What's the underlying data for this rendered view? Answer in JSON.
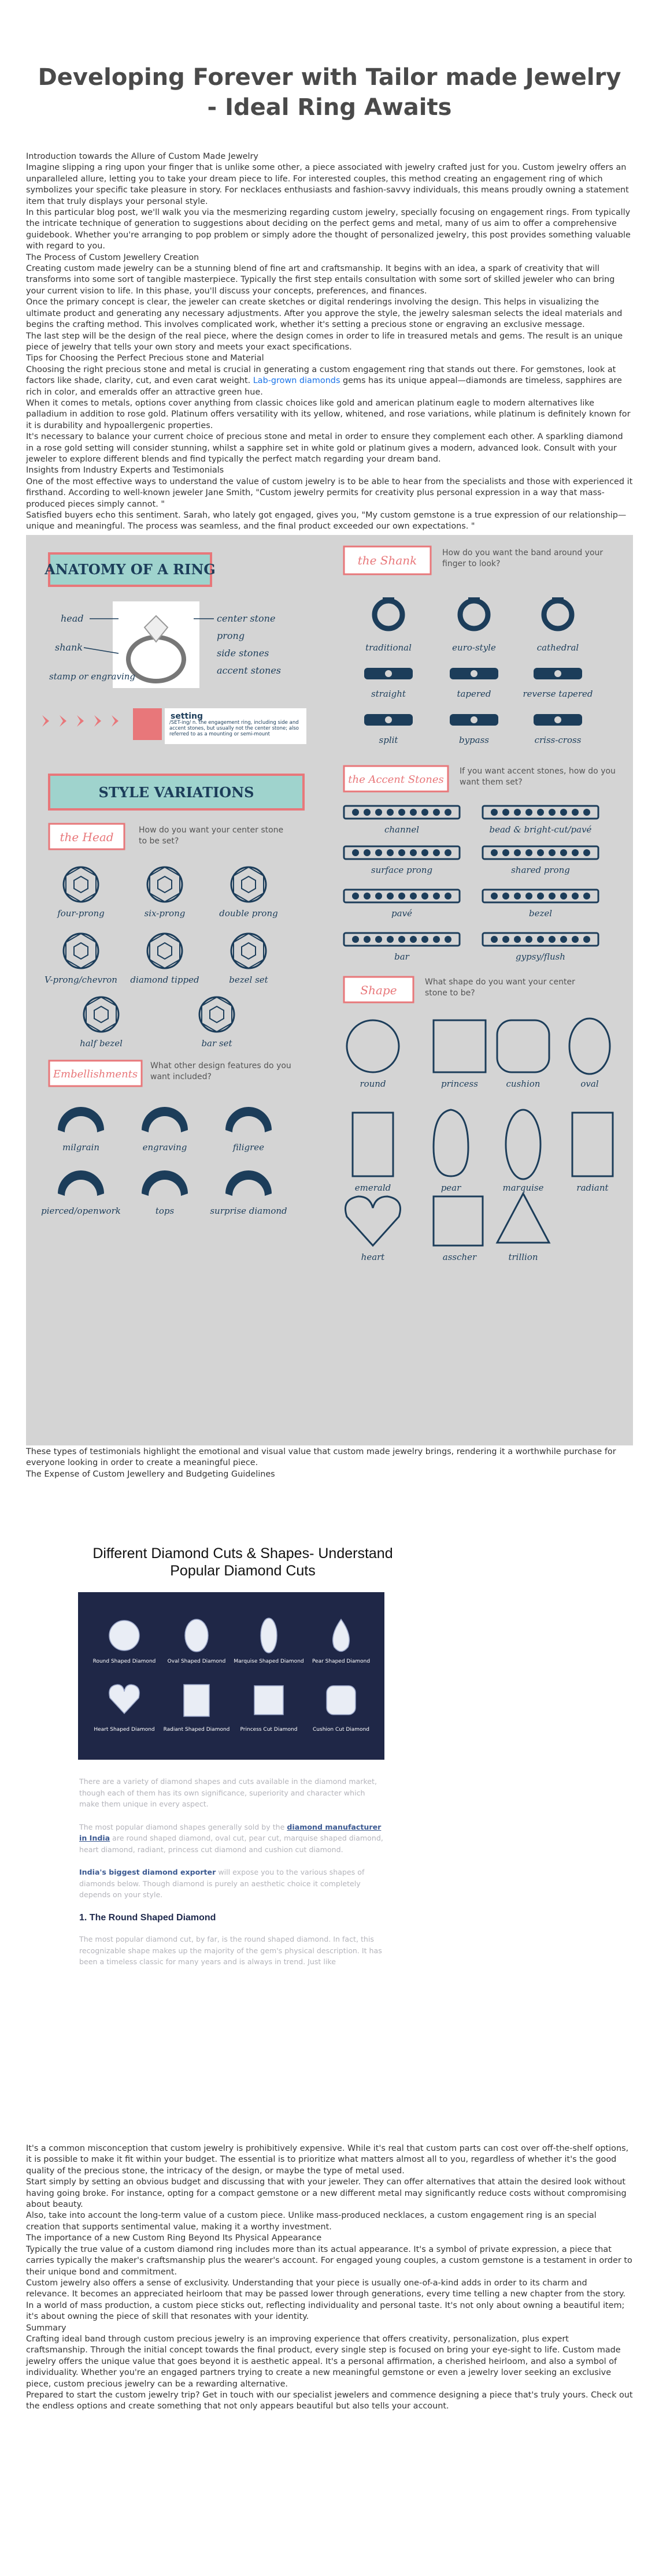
{
  "title": "Developing Forever with Tailor made Jewelry - Ideal Ring Awaits",
  "intro": [
    "Introduction towards the Allure of Custom Made Jewelry",
    "Imagine slipping a ring upon your finger that is unlike some other, a piece associated with jewelry crafted just for you. Custom jewelry offers an unparalleled allure, letting you to take your dream piece to life. For interested couples, this method creating an engagement ring of which symbolizes your specific take pleasure in story. For necklaces enthusiasts and fashion-savvy individuals, this means proudly owning a statement item that truly displays your personal style.",
    "In this particular blog post, we'll walk you via the mesmerizing regarding custom jewelry, specially focusing on engagement rings. From typically the intricate technique of generation to suggestions about deciding on the perfect gems and metal, many of us aim to offer a comprehensive guidebook. Whether you're arranging to pop problem or simply adore the thought of personalized jewelry, this post provides something valuable with regard to you.",
    "The Process of Custom Jewellery Creation",
    "Creating custom made jewelry can be a stunning blend of fine art and craftsmanship. It begins with an idea, a spark of creativity that will transforms into some sort of tangible masterpiece. Typically the first step entails consultation with some sort of skilled jeweler who can bring your current vision to life. In this phase, you'll discuss your concepts, preferences, and finances.",
    "Once the primary concept is clear, the jeweler can create sketches or digital renderings involving the design. This helps in visualizing the ultimate product and generating any necessary adjustments. After you approve the style, the jewelry salesman selects the ideal materials and begins the crafting method. This involves complicated work, whether it's setting a precious stone or engraving an exclusive message.",
    "The last step will be the design of the real piece, where the design comes in order to life in treasured metals and gems. The result is an unique piece of jewelry that tells your own story and meets your exact specifications.",
    "Tips for Choosing the Perfect Precious stone and Material"
  ],
  "gem_paragraph": {
    "before": "Choosing the right precious stone and metal is crucial in generating a custom engagement ring that stands out there. For gemstones, look at factors like shade, clarity, cut, and even carat weight. ",
    "link": "Lab-grown diamonds",
    "after": " gems has its unique appeal—diamonds are timeless, sapphires are rich in color, and emeralds offer an attractive green hue."
  },
  "middle": [
    "When it comes to metals, options cover anything from classic choices like gold and american platinum eagle to modern alternatives like palladium in addition to rose gold. Platinum offers versatility with its yellow, whitened, and rose variations, while platinum is definitely known for it is durability and hypoallergenic properties.",
    "It's necessary to balance your current choice of precious stone and metal in order to ensure they complement each other. A sparkling diamond in a rose gold setting will consider stunning, whilst a sapphire set in white gold or platinum gives a modern, advanced look. Consult with your jeweler to explore different blends and find typically the perfect match regarding your dream band.",
    "Insights from Industry Experts and Testimonials",
    "One of the most effective ways to understand the value of custom jewelry is to be able to hear from the specialists and those with experienced it firsthand. According to well-known jeweler Jane Smith, \"Custom jewelry permits for creativity plus personal expression in a way that mass-produced pieces simply cannot. \"",
    "Satisfied buyers echo this sentiment. Sarah, who lately got engaged, gives you, \"My custom gemstone is a true expression of our relationship—unique and meaningful. The process was seamless, and the final product exceeded our own expectations. \""
  ],
  "infographic": {
    "anatomy_title": "ANATOMY OF A RING",
    "anatomy_labels": [
      "head",
      "shank",
      "stamp or engraving",
      "center stone",
      "prong",
      "side stones",
      "accent stones"
    ],
    "setting_badge": "setting",
    "setting_def": "/SET-ing/ n. the engagement ring, including side and accent stones, but usually not the center stone; also referred to as a mounting or semi-mount",
    "shank_tag": "the Shank",
    "shank_q": "How do you want the band around your finger to look?",
    "shank_styles": [
      "traditional",
      "euro-style",
      "cathedral",
      "straight",
      "tapered",
      "reverse tapered",
      "split",
      "bypass",
      "criss-cross"
    ],
    "style_title": "STYLE VARIATIONS",
    "head_tag": "the Head",
    "head_q": "How do you want your center stone to be set?",
    "head_styles": [
      "four-prong",
      "six-prong",
      "double prong",
      "V-prong/chevron",
      "diamond tipped",
      "bezel set",
      "half bezel",
      "bar set"
    ],
    "accent_tag": "the Accent Stones",
    "accent_q": "If you want accent stones, how do you want them set?",
    "accent_styles": [
      "channel",
      "bead & bright-cut/pavé",
      "surface prong",
      "shared prong",
      "pavé",
      "bezel",
      "bar",
      "gypsy/flush"
    ],
    "shape_tag": "Shape",
    "shape_q": "What shape do you want your center stone to be?",
    "shapes": [
      "round",
      "princess",
      "cushion",
      "oval",
      "emerald",
      "pear",
      "marquise",
      "radiant",
      "heart",
      "asscher",
      "trillion"
    ],
    "embellish_tag": "Embellishments",
    "embellish_q": "What other design features do you want included?",
    "embellish_styles": [
      "milgrain",
      "engraving",
      "filigree",
      "pierced/openwork",
      "tops",
      "surprise diamond"
    ]
  },
  "after_info": [
    "These types of testimonials highlight the emotional and visual value that custom made jewelry brings, rendering it a worthwhile purchase for everyone looking in order to create a meaningful piece.",
    "The Expense of Custom Jewellery and Budgeting Guidelines"
  ],
  "card": {
    "title": "Different Diamond Cuts & Shapes- Understand Popular Diamond Cuts",
    "banner_diamonds": [
      "Round Shaped Diamond",
      "Oval Shaped Diamond",
      "Marquise Shaped Diamond",
      "Pear Shaped Diamond",
      "Heart Shaped Diamond",
      "Radiant Shaped Diamond",
      "Princess Cut Diamond",
      "Cushion Cut Diamond"
    ],
    "p1": "There are a variety of diamond shapes and cuts available in the diamond market, though each of them has its own significance, superiority and character which make them unique in every aspect.",
    "p2_before": "The most popular diamond shapes generally sold by the ",
    "p2_link": "diamond manufacturer in India",
    "p2_after": " are round shaped diamond, oval cut, pear cut, marquise shaped diamond, heart diamond, radiant, princess cut diamond and cushion cut diamond.",
    "p3_strong": "India's biggest diamond exporter",
    "p3_after": " will expose you to the various shapes of diamonds below. Though diamond is purely an aesthetic choice it completely depends on your style.",
    "h3": "1. The Round Shaped Diamond",
    "p4": "The most popular diamond cut, by far, is the round shaped diamond. In fact, this recognizable shape makes up the majority of the gem's physical description. It has been a timeless classic for many years and is always in trend. Just like"
  },
  "final": [
    "It's a common misconception that custom jewelry is prohibitively expensive. While it's real that custom parts can cost over off-the-shelf options, it is possible to make it fit within your budget. The essential is to prioritize what matters almost all to you, regardless of whether it's the good quality of the precious stone, the intricacy of the design, or maybe the type of metal used.",
    "Start simply by setting an obvious budget and discussing that with your jeweler. They can offer alternatives that attain the desired look without having going broke. For instance, opting for a compact gemstone or a new different metal may significantly reduce costs without compromising about beauty.",
    "Also, take into account the long-term value of a custom piece. Unlike mass-produced necklaces, a custom engagement ring is an special creation that supports sentimental value, making it a worthy investment.",
    "The importance of a new Custom Ring Beyond Its Physical Appearance",
    "Typically the true value of a custom diamond ring includes more than its actual appearance. It's a symbol of private expression, a piece that carries typically the maker's craftsmanship plus the wearer's account. For engaged young couples, a custom gemstone is a testament in order to their unique bond and commitment.",
    "Custom jewelry also offers a sense of exclusivity. Understanding that your piece is usually one-of-a-kind adds in order to its charm and relevance. It becomes an appreciated heirloom that may be passed lower through generations, every time telling a new chapter from the story.",
    "In a world of mass production, a custom piece sticks out, reflecting individuality and personal taste. It's not only about owning a beautiful item; it's about owning the piece of skill that resonates with your identity.",
    "Summary",
    "Crafting ideal band through custom precious jewelry is an improving experience that offers creativity, personalization, plus expert craftsmanship. Through the initial concept towards the final product, every single step is focused on bring your eye-sight to life. Custom made jewelry offers the unique value that goes beyond it is aesthetic appeal. It's a personal affirmation, a cherished heirloom, and also a symbol of individuality. Whether you're an engaged partners trying to create a new meaningful gemstone or even a jewelry lover seeking an exclusive piece, custom precious jewelry can be a rewarding alternative.",
    "Prepared to start the custom jewelry trip? Get in touch with our specialist jewelers and commence designing a piece that's truly yours. Check out the endless options and create something that not only appears beautiful but also tells your account."
  ],
  "colors": {
    "infographic_bg": "#d4d4d4",
    "ink_navy": "#1c3d5a",
    "teal_panel": "#9fd3cd",
    "coral": "#e8777a",
    "link": "#1a73e8",
    "card_banner": "#1f2747"
  }
}
